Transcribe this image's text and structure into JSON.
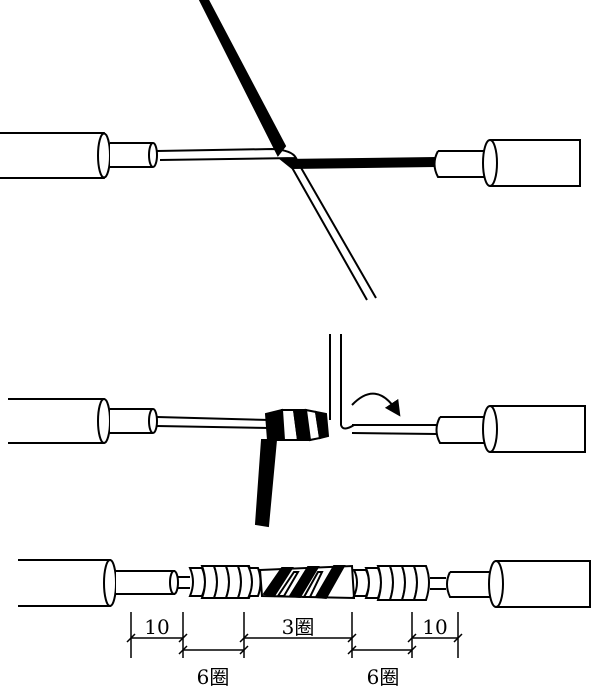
{
  "dimensions": {
    "top_row": [
      "10",
      "3圈",
      "10"
    ],
    "bottom_row": [
      "6圈",
      "6圈"
    ]
  },
  "colors": {
    "stroke": "#000000",
    "background": "#ffffff",
    "dark_wire": "#000000"
  }
}
